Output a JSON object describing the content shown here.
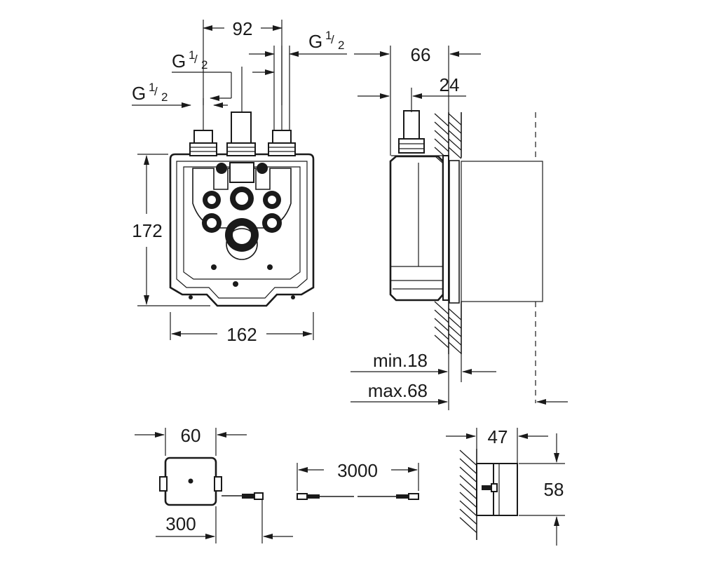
{
  "dimensions": {
    "d92": "92",
    "g1": "G",
    "g2": "G",
    "g3": "G",
    "frac_num": "1",
    "frac_den": "2",
    "d66": "66",
    "d24": "24",
    "d172": "172",
    "d162": "162",
    "min18": "min.18",
    "max68": "max.68",
    "d60": "60",
    "d300": "300",
    "d3000": "3000",
    "d47": "47",
    "d58": "58"
  }
}
